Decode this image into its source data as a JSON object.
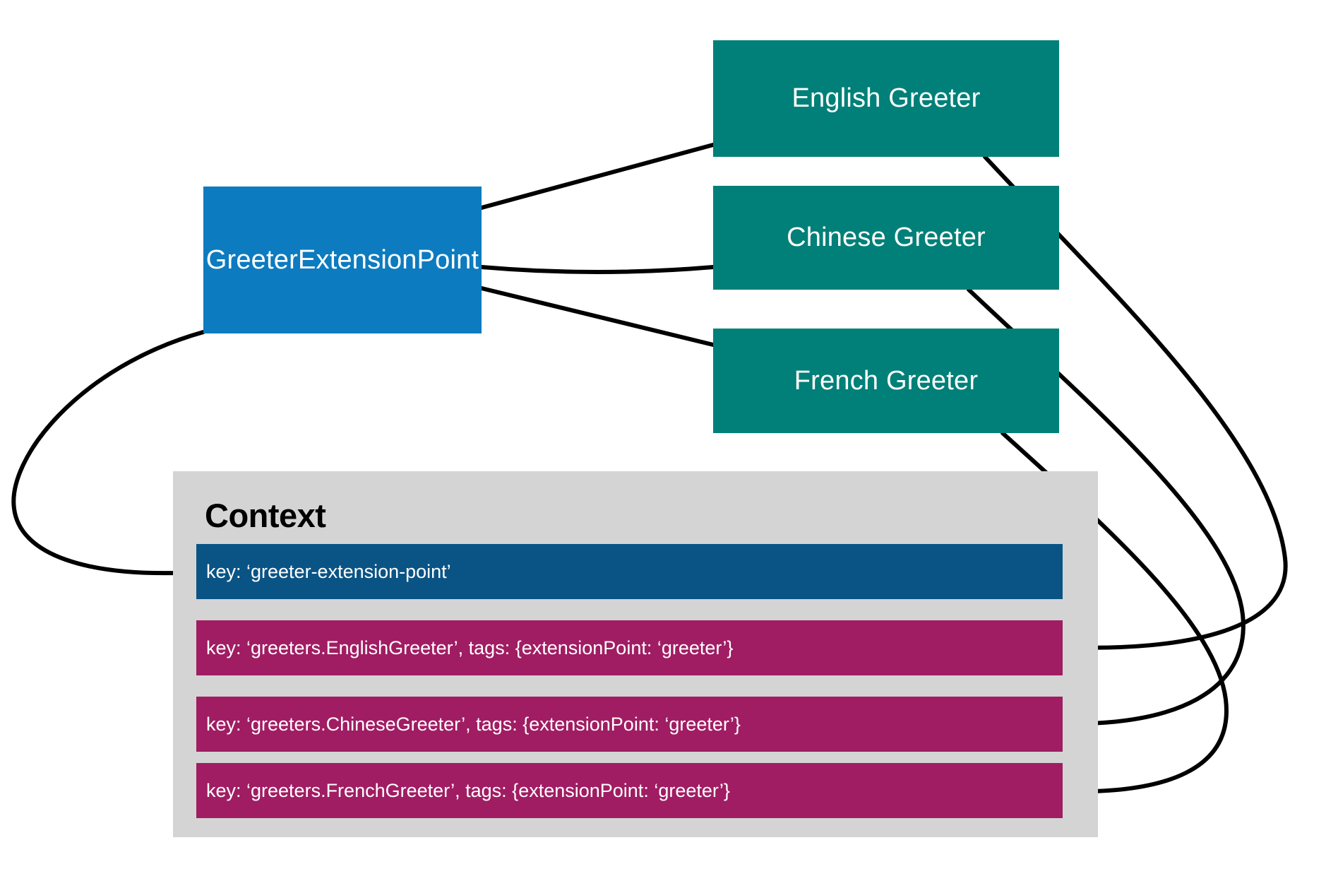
{
  "diagram": {
    "extension_point": {
      "label": "GreeterExtensionPoint",
      "color": "#0d7bbf"
    },
    "greeters": [
      {
        "label": "English Greeter",
        "color": "#008078"
      },
      {
        "label": "Chinese Greeter",
        "color": "#008078"
      },
      {
        "label": "French Greeter",
        "color": "#008078"
      }
    ],
    "context": {
      "title": "Context",
      "panel_color": "#d4d4d4",
      "entries": [
        {
          "text": "key: ‘greeter-extension-point’",
          "color": "#0a5485",
          "kind": "extension-point-entry"
        },
        {
          "text": "key: ‘greeters.EnglishGreeter’, tags: {extensionPoint: ‘greeter’}",
          "color": "#a01d63",
          "kind": "greeter-entry"
        },
        {
          "text": "key: ‘greeters.ChineseGreeter’, tags: {extensionPoint: ‘greeter’}",
          "color": "#a01d63",
          "kind": "greeter-entry"
        },
        {
          "text": "key: ‘greeters.FrenchGreeter’, tags: {extensionPoint: ‘greeter’}",
          "color": "#a01d63",
          "kind": "greeter-entry"
        }
      ]
    },
    "connectors": {
      "stroke": "#000000",
      "stroke_width": 6
    }
  }
}
